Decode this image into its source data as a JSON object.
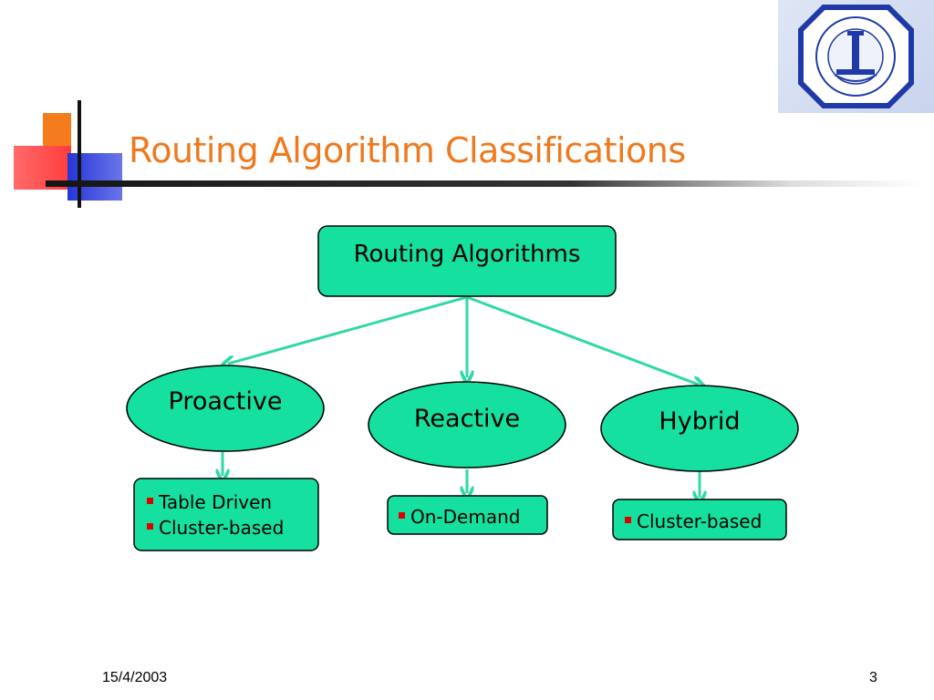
{
  "slide": {
    "title": "Routing Algorithm Classifications",
    "date": "15/4/2003",
    "page_number": "3"
  },
  "diagram": {
    "root": {
      "label": "Routing Algorithms"
    },
    "categories": [
      {
        "label": "Proactive",
        "items": [
          "Table Driven",
          "Cluster-based"
        ]
      },
      {
        "label": "Reactive",
        "items": [
          "On-Demand"
        ]
      },
      {
        "label": "Hybrid",
        "items": [
          "Cluster-based"
        ]
      }
    ]
  },
  "colors": {
    "node_fill": "#16e0a0",
    "connector": "#2fd9a6",
    "title": "#ee7a1f",
    "bullet": "#e00000"
  }
}
